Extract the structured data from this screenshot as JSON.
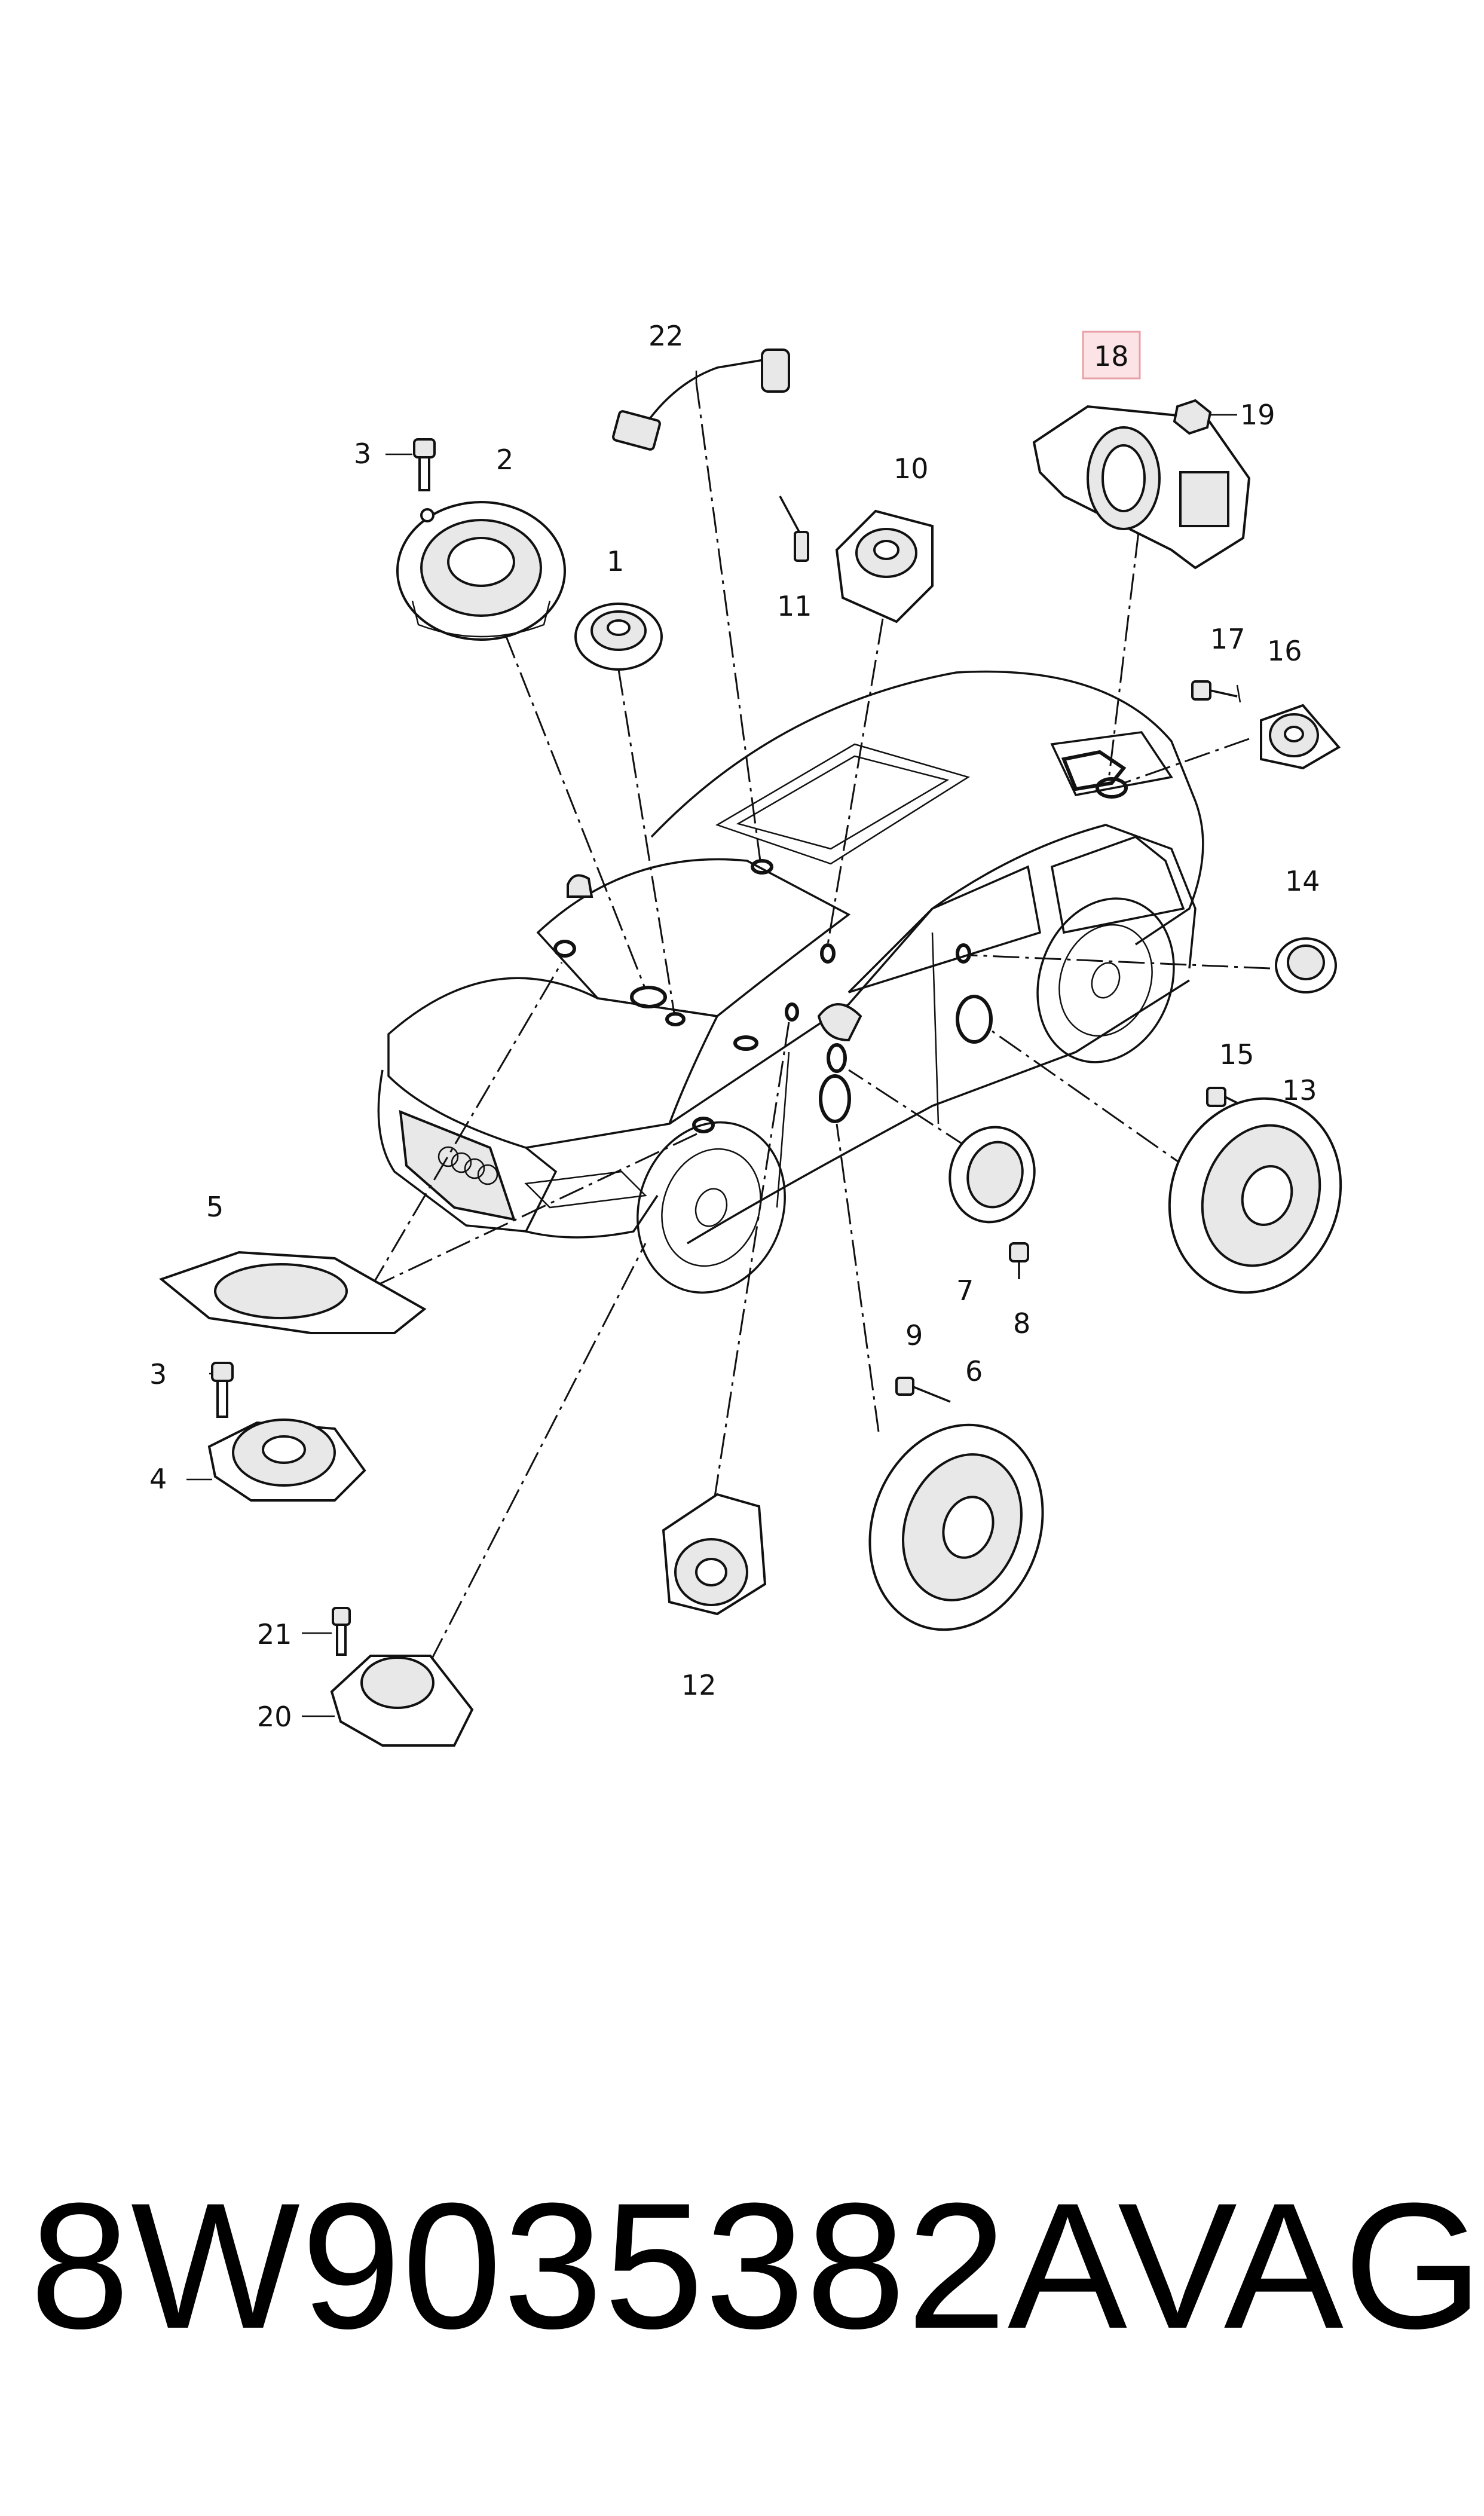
{
  "callouts": {
    "c1": "1",
    "c2": "2",
    "c3a": "3",
    "c3b": "3",
    "c4": "4",
    "c5": "5",
    "c6": "6",
    "c7": "7",
    "c8": "8",
    "c9": "9",
    "c10": "10",
    "c11": "11",
    "c12": "12",
    "c13": "13",
    "c14": "14",
    "c15": "15",
    "c16": "16",
    "c17": "17",
    "c18": "18",
    "c19": "19",
    "c20": "20",
    "c21": "21",
    "c22": "22"
  },
  "highlight": {
    "callout": "18",
    "color": "#e8a0a8",
    "fill": "#fbe3e6"
  },
  "footer": {
    "part_number": "8W9035382A",
    "brand": "VAG"
  }
}
